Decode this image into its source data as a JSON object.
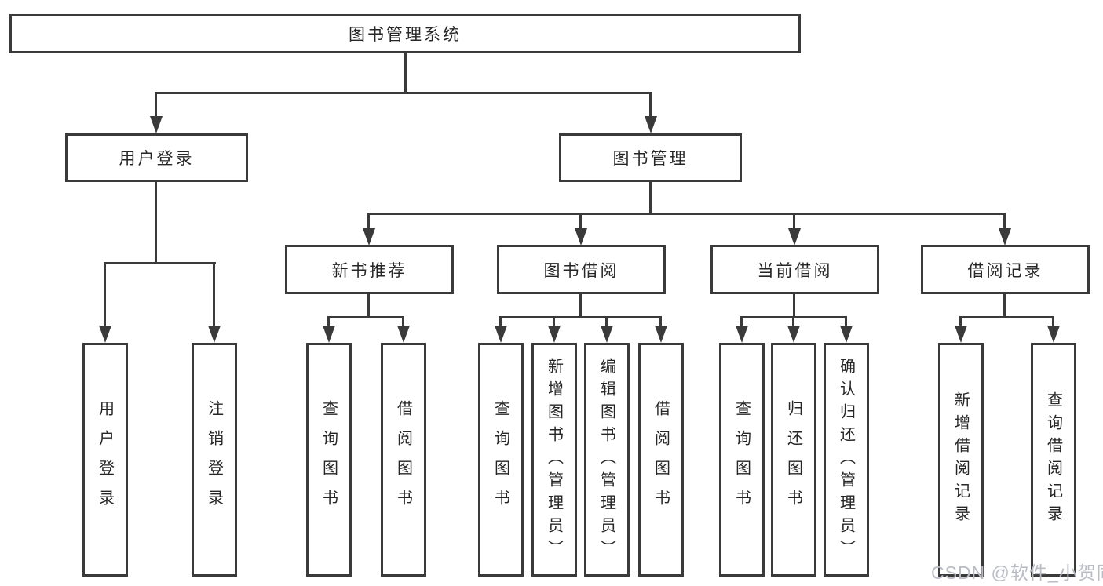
{
  "diagram": {
    "title": "图书管理系统",
    "branches": [
      {
        "label": "用户登录",
        "children": [
          {
            "label": "用户登录"
          },
          {
            "label": "注销登录"
          }
        ]
      },
      {
        "label": "图书管理",
        "children": [
          {
            "label": "新书推荐",
            "children": [
              {
                "label": "查询图书"
              },
              {
                "label": "借阅图书"
              }
            ]
          },
          {
            "label": "图书借阅",
            "children": [
              {
                "label": "查询图书"
              },
              {
                "label": "新增图书（管理员）"
              },
              {
                "label": "编辑图书（管理员）"
              },
              {
                "label": "借阅图书"
              }
            ]
          },
          {
            "label": "当前借阅",
            "children": [
              {
                "label": "查询图书"
              },
              {
                "label": "归还图书"
              },
              {
                "label": "确认归还（管理员）"
              }
            ]
          },
          {
            "label": "借阅记录",
            "children": [
              {
                "label": "新增借阅记录"
              },
              {
                "label": "查询借阅记录"
              }
            ]
          }
        ]
      }
    ]
  },
  "colors": {
    "line": "#3a3a3a",
    "node_text": "#262626",
    "watermark": "#b9bcc4"
  },
  "watermark": {
    "text": "CSDN @软件_小贺同学"
  }
}
